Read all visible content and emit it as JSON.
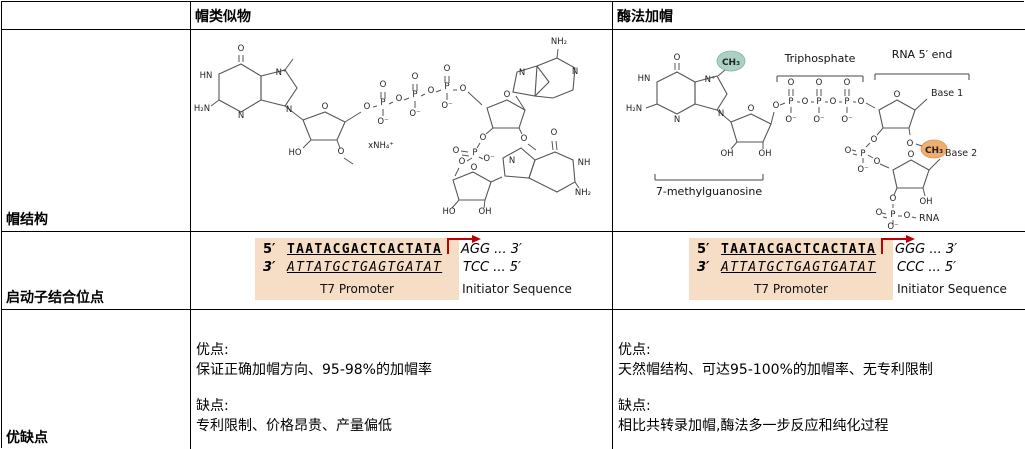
{
  "header": {
    "col1": "帽类似物",
    "col2": "酶法加帽"
  },
  "rows": {
    "cap_structure": "帽结构",
    "promoter": "启动子结合位点",
    "pros_cons": "优缺点"
  },
  "cap_left": {
    "atoms": [
      "O",
      "HN",
      "H₂N",
      "N",
      "N⁺",
      "N",
      "O",
      "HO",
      "O",
      "O",
      "P",
      "O",
      "O⁻",
      "O",
      "P",
      "O",
      "O⁻",
      "O",
      "P",
      "O",
      "O⁻",
      "O",
      "O",
      "NH₂",
      "N",
      "N",
      "O",
      "O",
      "P",
      "O",
      "O⁻",
      "O",
      "O",
      "HO",
      "OH",
      "O",
      "NH",
      "NH₂",
      "N",
      "xNH₄⁺"
    ]
  },
  "cap_right": {
    "atoms": [
      "CH₃",
      "O",
      "HN",
      "H₂N",
      "N",
      "N⁺",
      "N",
      "O",
      "OH",
      "OH",
      "O",
      "P",
      "O",
      "O⁻",
      "O",
      "P",
      "O",
      "O⁻",
      "O",
      "P",
      "O",
      "O⁻",
      "O",
      "O",
      "Base 1",
      "O",
      "CH₃",
      "O",
      "P",
      "O",
      "O⁻",
      "O",
      "O",
      "Base 2",
      "OH",
      "O",
      "P",
      "O",
      "O⁻",
      "O",
      "RNA",
      "Triphosphate",
      "RNA 5′ end",
      "7-methylguanosine"
    ]
  },
  "promoter_left": {
    "five_top": "5′",
    "seq_top": "TAATACGACTCACTATA",
    "init_top": "AGG ... 3′",
    "three_bottom": "3′",
    "seq_bottom": "ATTATGCTGAGTGATAT",
    "init_bottom": "TCC ... 5′",
    "promoter_label": "T7 Promoter",
    "initiator_label": "Initiator Sequence"
  },
  "promoter_right": {
    "five_top": "5′",
    "seq_top": "TAATACGACTCACTATA",
    "init_top": "GGG ... 3′",
    "three_bottom": "3′",
    "seq_bottom": "ATTATGCTGAGTGATAT",
    "init_bottom": "CCC ... 5′",
    "promoter_label": "T7 Promoter",
    "initiator_label": "Initiator Sequence"
  },
  "pros_left": {
    "pros_title": "优点:",
    "pros_text": "保证正确加帽方向、95-98%的加帽率",
    "cons_title": "缺点:",
    "cons_text": "专利限制、价格昂贵、产量偏低"
  },
  "pros_right": {
    "pros_title": "优点:",
    "pros_text": "天然帽结构、可达95-100%的加帽率、无专利限制",
    "cons_title": "缺点:",
    "cons_text": "相比共转录加帽,酶法多一步反应和纯化过程"
  },
  "colors": {
    "highlight_peach": "#f6ddc6",
    "arrow_red": "#c00000",
    "ch3_teal": "#abd1c5",
    "ch3_orange": "#f0a96b"
  }
}
